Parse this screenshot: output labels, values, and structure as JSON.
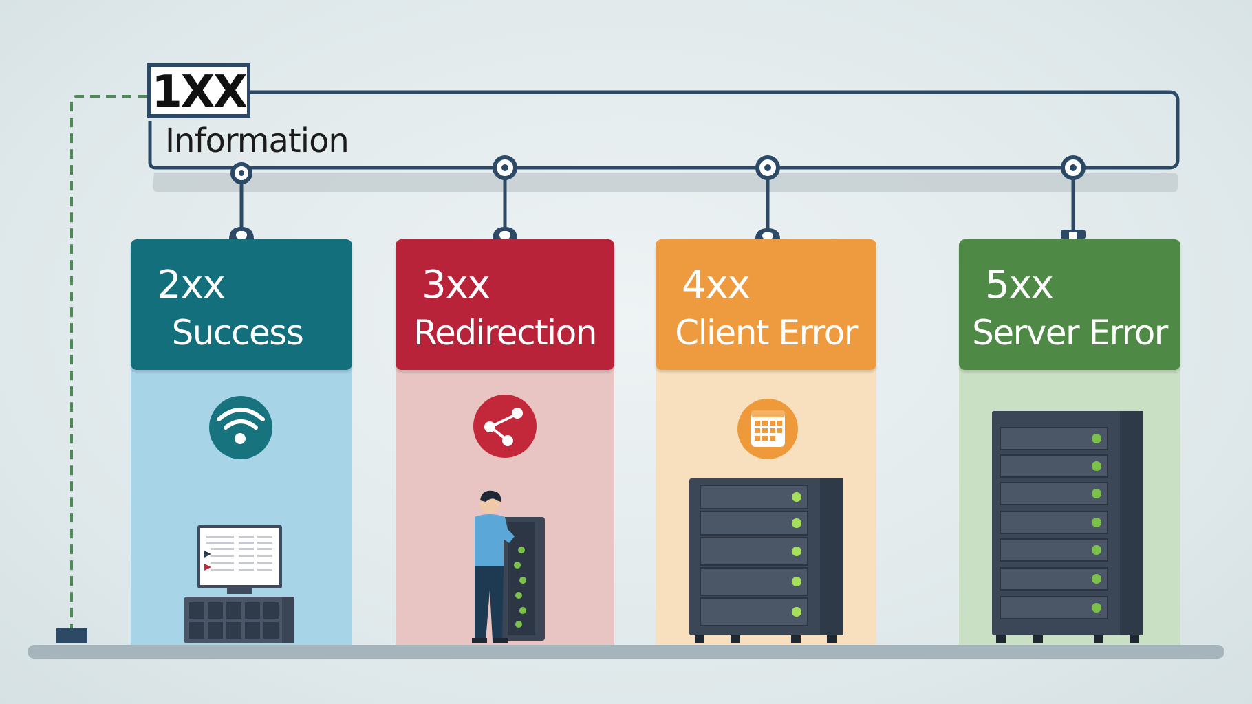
{
  "information": {
    "code": "1XX",
    "label": "Information"
  },
  "categories": [
    {
      "code": "2xx",
      "label": "Success",
      "icon": "wifi-icon",
      "header_color": "#136f7c",
      "body_color": "#a8d4e8",
      "icon_color": "#17747e"
    },
    {
      "code": "3xx",
      "label": "Redirection",
      "icon": "share-icon",
      "header_color": "#b8233a",
      "body_color": "#e8c4c2",
      "icon_color": "#c3283a"
    },
    {
      "code": "4xx",
      "label": "Client Error",
      "icon": "calendar-icon",
      "header_color": "#ee9a3e",
      "body_color": "#f8e0bf",
      "icon_color": "#ee9a3a"
    },
    {
      "code": "5xx",
      "label": "Server Error",
      "icon": "server-icon",
      "header_color": "#4e8a45",
      "body_color": "#c9e0c4",
      "icon_color": "#4e8a45"
    }
  ]
}
